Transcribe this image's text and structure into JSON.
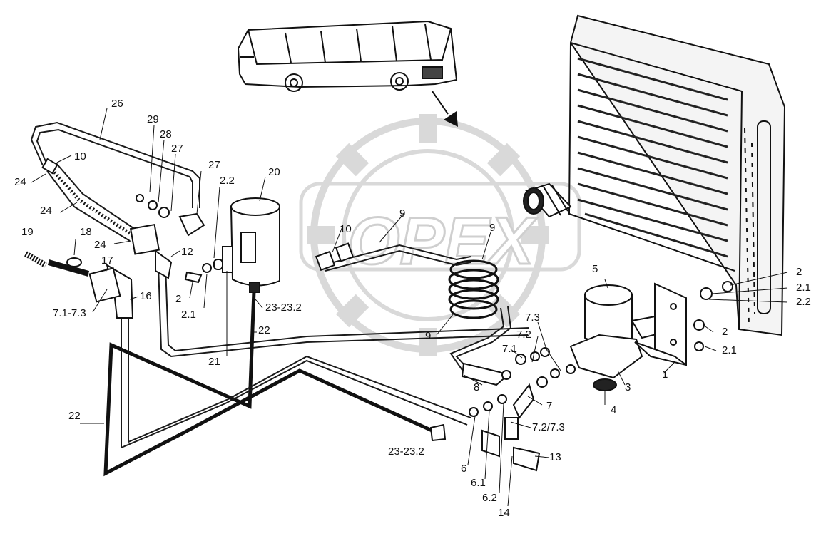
{
  "watermark": {
    "text": "OPEX",
    "color": "#d9d9d9"
  },
  "colors": {
    "line": "#111111",
    "pipe": "#1a1a1a",
    "background": "#ffffff"
  },
  "icons": [
    "bus-icon",
    "condenser-radiator-icon",
    "receiver-dryer-icon",
    "compressor-icon",
    "coil-icon",
    "gear-watermark-icon"
  ],
  "callouts": [
    "26",
    "29",
    "28",
    "27",
    "27",
    "10",
    "24",
    "24",
    "24",
    "2.2",
    "20",
    "19",
    "18",
    "17",
    "12",
    "7.1-7.3",
    "16",
    "2",
    "2.1",
    "23-23.2",
    "22",
    "21",
    "10",
    "9",
    "9",
    "9",
    "22",
    "23-23.2",
    "8",
    "7.3",
    "7.2",
    "7.1",
    "7",
    "7.2/7.3",
    "6",
    "6.1",
    "6.2",
    "14",
    "13",
    "5",
    "3",
    "4",
    "1",
    "2",
    "2.1",
    "2",
    "2.1",
    "2.2"
  ]
}
